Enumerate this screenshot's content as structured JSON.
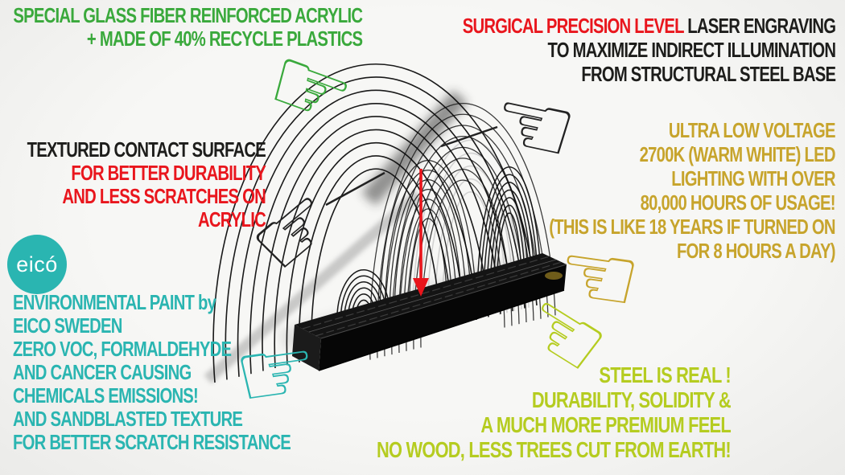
{
  "callouts": {
    "acrylic": {
      "lines": [
        "SPECIAL GLASS FIBER REINFORCED ACRYLIC",
        "+ MADE OF 40% RECYCLE PLASTICS"
      ]
    },
    "laser": {
      "highlight": "SURGICAL PRECISION LEVEL",
      "line1_rest": " LASER ENGRAVING",
      "lines": [
        "TO MAXIMIZE INDIRECT ILLUMINATION",
        "FROM STRUCTURAL STEEL BASE"
      ]
    },
    "contact": {
      "line1": "TEXTURED CONTACT SURFACE",
      "lines": [
        "FOR BETTER DURABILITY",
        "AND LESS SCRATCHES ON",
        "ACRYLIC"
      ]
    },
    "led": {
      "lines": [
        "ULTRA LOW VOLTAGE",
        "2700K (WARM WHITE) LED",
        "LIGHTING WITH OVER",
        "80,000 HOURS OF USAGE!",
        "(THIS IS LIKE 18 YEARS IF TURNED ON",
        "FOR 8 HOURS A DAY)"
      ]
    },
    "paint": {
      "lines": [
        "ENVIRONMENTAL PAINT by",
        "EICO SWEDEN",
        "ZERO VOC, FORMALDEHYDE",
        "AND CANCER CAUSING",
        "CHEMICALS EMISSIONS!",
        "AND SANDBLASTED TEXTURE",
        "FOR BETTER SCRATCH RESISTANCE"
      ]
    },
    "steel": {
      "lines": [
        "STEEL IS REAL !",
        "DURABILITY, SOLIDITY &",
        "A MUCH MORE PREMIUM FEEL",
        "NO WOOD, LESS TREES CUT FROM EARTH!"
      ]
    }
  },
  "logo": {
    "text": "eicó"
  },
  "icons": {
    "hand_right": "☞",
    "hand_left": "☜"
  },
  "colors": {
    "green": "#3aa93c",
    "red": "#e9161d",
    "black": "#1d1d1b",
    "teal": "#2ab5b1",
    "gold": "#c7a42c",
    "lime": "#b5cc20"
  }
}
